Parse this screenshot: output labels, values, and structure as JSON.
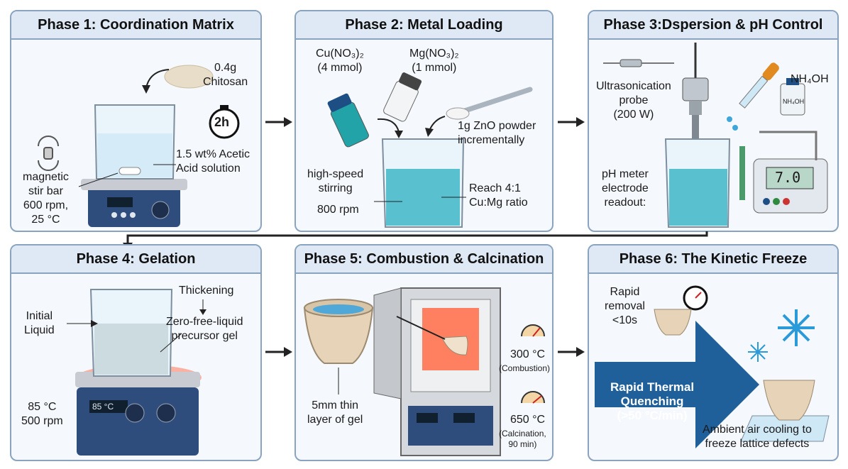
{
  "phases": [
    {
      "title": "Phase 1: Coordination Matrix",
      "chitosan": "0.4g\nChitosan",
      "timer": "2h",
      "acetic": "1.5 wt% Acetic\nAcid solution",
      "stir": "magnetic\nstir bar\n600 rpm,\n25 °C"
    },
    {
      "title": "Phase 2: Metal Loading",
      "cu": "Cu(NO₃)₂\n(4 mmol)",
      "mg": "Mg(NO₃)₂\n(1 mmol)",
      "zno": "1g ZnO powder\nincrementally",
      "stirring": "high-speed\nstirring",
      "rpm": "800 rpm",
      "ratio": "Reach 4:1\nCu:Mg ratio"
    },
    {
      "title": "Phase  3:Dspersion & pH Control",
      "probe": "Ultrasonication\nprobe\n(200 W)",
      "nh4oh": "NH₄OH",
      "bottle_label": "NH₄OH",
      "ph": "pH meter\nelectrode\nreadout:",
      "display": "7.0"
    },
    {
      "title": "Phase 4: Gelation",
      "thickening": "Thickening",
      "gel": "Zero-free-liquid\nprecursor gel",
      "initial": "Initial\nLiquid",
      "temp": "85 °C\n500 rpm",
      "display": "85 °C"
    },
    {
      "title": "Phase 5: Combustion & Calcination",
      "layer": "5mm thin\nlayer of gel",
      "t300": "300 °C",
      "comb": "(Combustion)",
      "t650": "650 °C",
      "calc": "(Calcination,\n90 min)"
    },
    {
      "title": "Phase 6: The Kinetic Freeze",
      "removal": "Rapid\nremoval\n<10s",
      "quench": "Rapid Thermal\nQuenching\n(>50 °C/min)",
      "ambient": "Ambient air cooling to\nfreeze lattice defects"
    }
  ],
  "colors": {
    "border": "#8aa4c0",
    "header": "#dfe9f5",
    "arrow": "#1f5f9a",
    "liquid": "#3fb6c8"
  }
}
